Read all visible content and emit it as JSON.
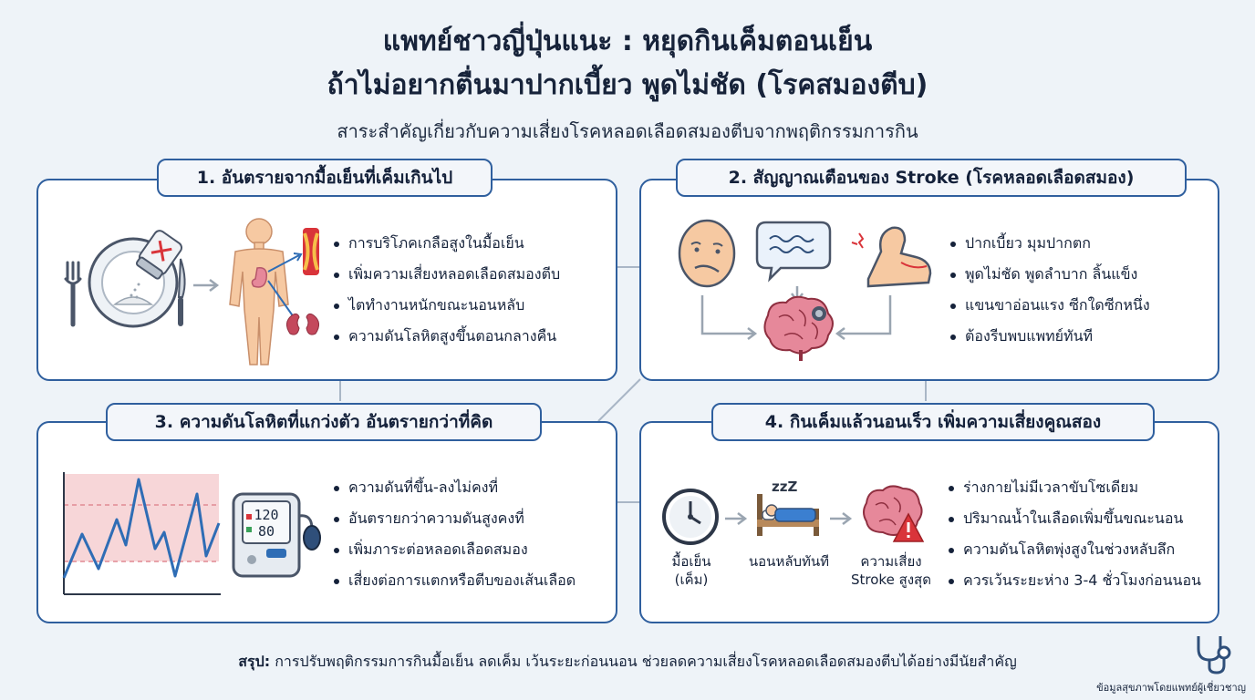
{
  "header": {
    "title_line1": "แพทย์ชาวญี่ปุ่นแนะ : หยุดกินเค็มตอนเย็น",
    "title_line2": "ถ้าไม่อยากตื่นมาปากเบี้ยว พูดไม่ชัด (โรคสมองตีบ)",
    "subtitle": "สาระสำคัญเกี่ยวกับความเสี่ยงโรคหลอดเลือดสมองตีบจากพฤติกรรมการกิน"
  },
  "panels": [
    {
      "title": "1. อันตรายจากมื้อเย็นที่เค็มเกินไป",
      "bullets": [
        "การบริโภคเกลือสูงในมื้อเย็น",
        "เพิ่มความเสี่ยงหลอดเลือดสมองตีบ",
        "ไตทำงานหนักขณะนอนหลับ",
        "ความดันโลหิตสูงขึ้นตอนกลางคืน"
      ]
    },
    {
      "title": "2. สัญญาณเตือนของ Stroke (โรคหลอดเลือดสมอง)",
      "bullets": [
        "ปากเบี้ยว มุมปากตก",
        "พูดไม่ชัด พูดลำบาก ลิ้นแข็ง",
        "แขนขาอ่อนแรง ซีกใดซีกหนึ่ง",
        "ต้องรีบพบแพทย์ทันที"
      ]
    },
    {
      "title": "3. ความดันโลหิตที่แกว่งตัว อันตรายกว่าที่คิด",
      "bullets": [
        "ความดันที่ขึ้น-ลงไม่คงที่",
        "อันตรายกว่าความดันสูงคงที่",
        "เพิ่มภาระต่อหลอดเลือดสมอง",
        "เสี่ยงต่อการแตกหรือตีบของเส้นเลือด"
      ],
      "monitor": {
        "sys": "120",
        "dia": "80"
      }
    },
    {
      "title": "4. กินเค็มแล้วนอนเร็ว เพิ่มความเสี่ยงคูณสอง",
      "bullets": [
        "ร่างกายไม่มีเวลาขับโซเดียม",
        "ปริมาณน้ำในเลือดเพิ่มขึ้นขณะนอน",
        "ความดันโลหิตพุ่งสูงในช่วงหลับลึก",
        "ควรเว้นระยะห่าง 3-4 ชั่วโมงก่อนนอน"
      ],
      "steps": [
        {
          "line1": "มื้อเย็น",
          "line2": "(เค็ม)"
        },
        {
          "line1": "นอนหลับทันที",
          "line2": ""
        },
        {
          "line1": "ความเสี่ยง",
          "line2": "Stroke สูงสุด"
        }
      ],
      "sleep_text": "zzZ"
    }
  ],
  "footer": {
    "summary_label": "สรุป:",
    "summary_text": " การปรับพฤติกรรมการกินมื้อเย็น ลดเค็ม เว้นระยะก่อนนอน ช่วยลดความเสี่ยงโรคหลอดเลือดสมองตีบได้อย่างมีนัยสำคัญ",
    "credit": "ข้อมูลสุขภาพโดยแพทย์ผู้เชี่ยวชาญ"
  },
  "colors": {
    "border": "#2f5f9e",
    "line_chart": "#2f6db5",
    "danger_band": "#f7d6d8",
    "warning": "#d9343a",
    "skin": "#f6c9a2",
    "brain": "#e6889a"
  }
}
